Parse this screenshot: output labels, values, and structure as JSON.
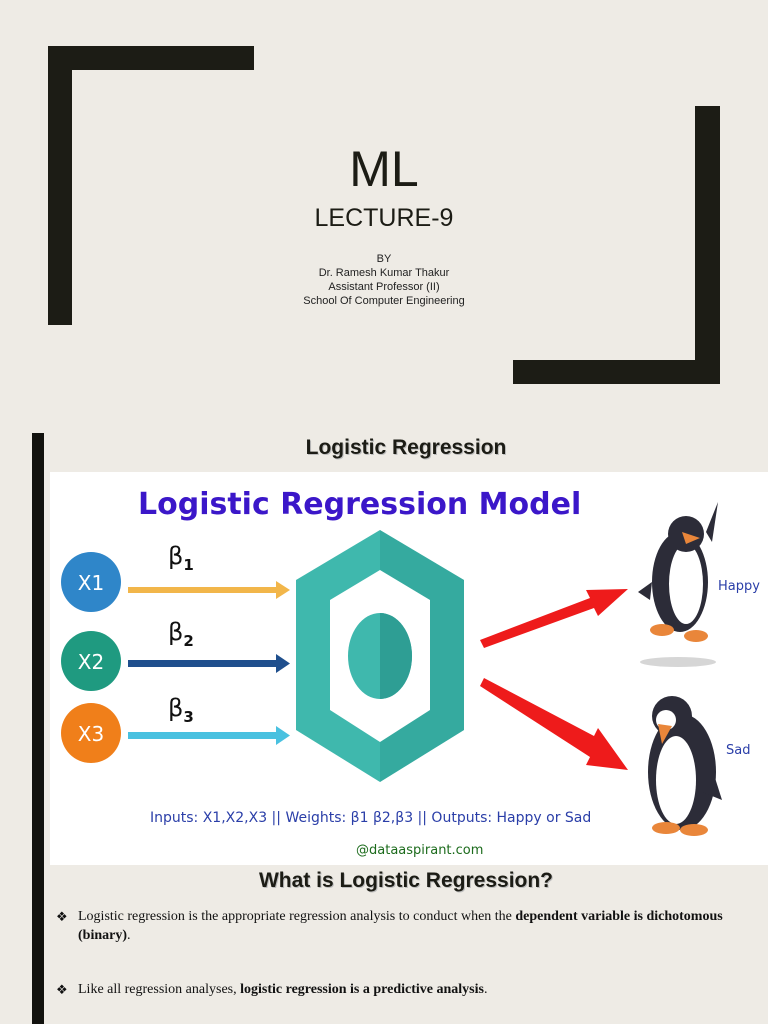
{
  "slide1": {
    "title": "ML",
    "subtitle": "LECTURE-9",
    "by": "BY",
    "author": "Dr. Ramesh Kumar Thakur",
    "position": "Assistant Professor (II)",
    "school": "School Of Computer Engineering"
  },
  "slide2": {
    "title": "Logistic Regression",
    "diagram": {
      "heading": "Logistic Regression Model",
      "inputs": [
        {
          "label": "X1",
          "color": "#2f86c9",
          "weight": "β",
          "sub": "1",
          "arrow_color": "#f2b64a"
        },
        {
          "label": "X2",
          "color": "#1f9a80",
          "weight": "β",
          "sub": "2",
          "arrow_color": "#1f4f8d"
        },
        {
          "label": "X3",
          "color": "#f07f1a",
          "weight": "β",
          "sub": "3",
          "arrow_color": "#49c1e0"
        }
      ],
      "outputs": [
        "Happy",
        "Sad"
      ],
      "caption": "Inputs: X1,X2,X3 || Weights: β1 β2,β3 || Outputs: Happy or Sad",
      "credit": "@dataaspirant.com",
      "colors": {
        "heading": "#3b17c9",
        "hex": "#3fb8ad",
        "hex_dark": "#2e9e94",
        "red_arrow": "#ee1b1b",
        "caption": "#2a3ea8",
        "credit": "#1c6b1c"
      }
    },
    "subheading": "What is Logistic Regression?",
    "bullets": [
      {
        "symbol": "❖",
        "text_a": "Logistic regression is the appropriate regression analysis to conduct when the ",
        "bold_a": "dependent variable is dichotomous (binary)",
        "text_b": "."
      },
      {
        "symbol": "❖",
        "text_a": "Like all regression analyses, ",
        "bold_a": "logistic regression is a predictive analysis",
        "text_b": "."
      }
    ]
  }
}
